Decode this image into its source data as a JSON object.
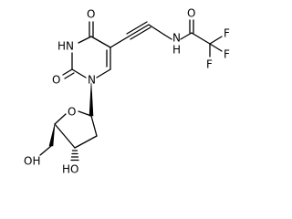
{
  "molecule": {
    "atom_labels": {
      "o_c4": "O",
      "nh_n3": "HN",
      "o_c2": "O",
      "n1": "N",
      "nh_amide": "N",
      "h_amide": "H",
      "o_amide": "O",
      "f1": "F",
      "f2": "F",
      "f3": "F",
      "o_ring": "O",
      "oh_5prime": "OH",
      "oh_3prime": "HO"
    }
  }
}
